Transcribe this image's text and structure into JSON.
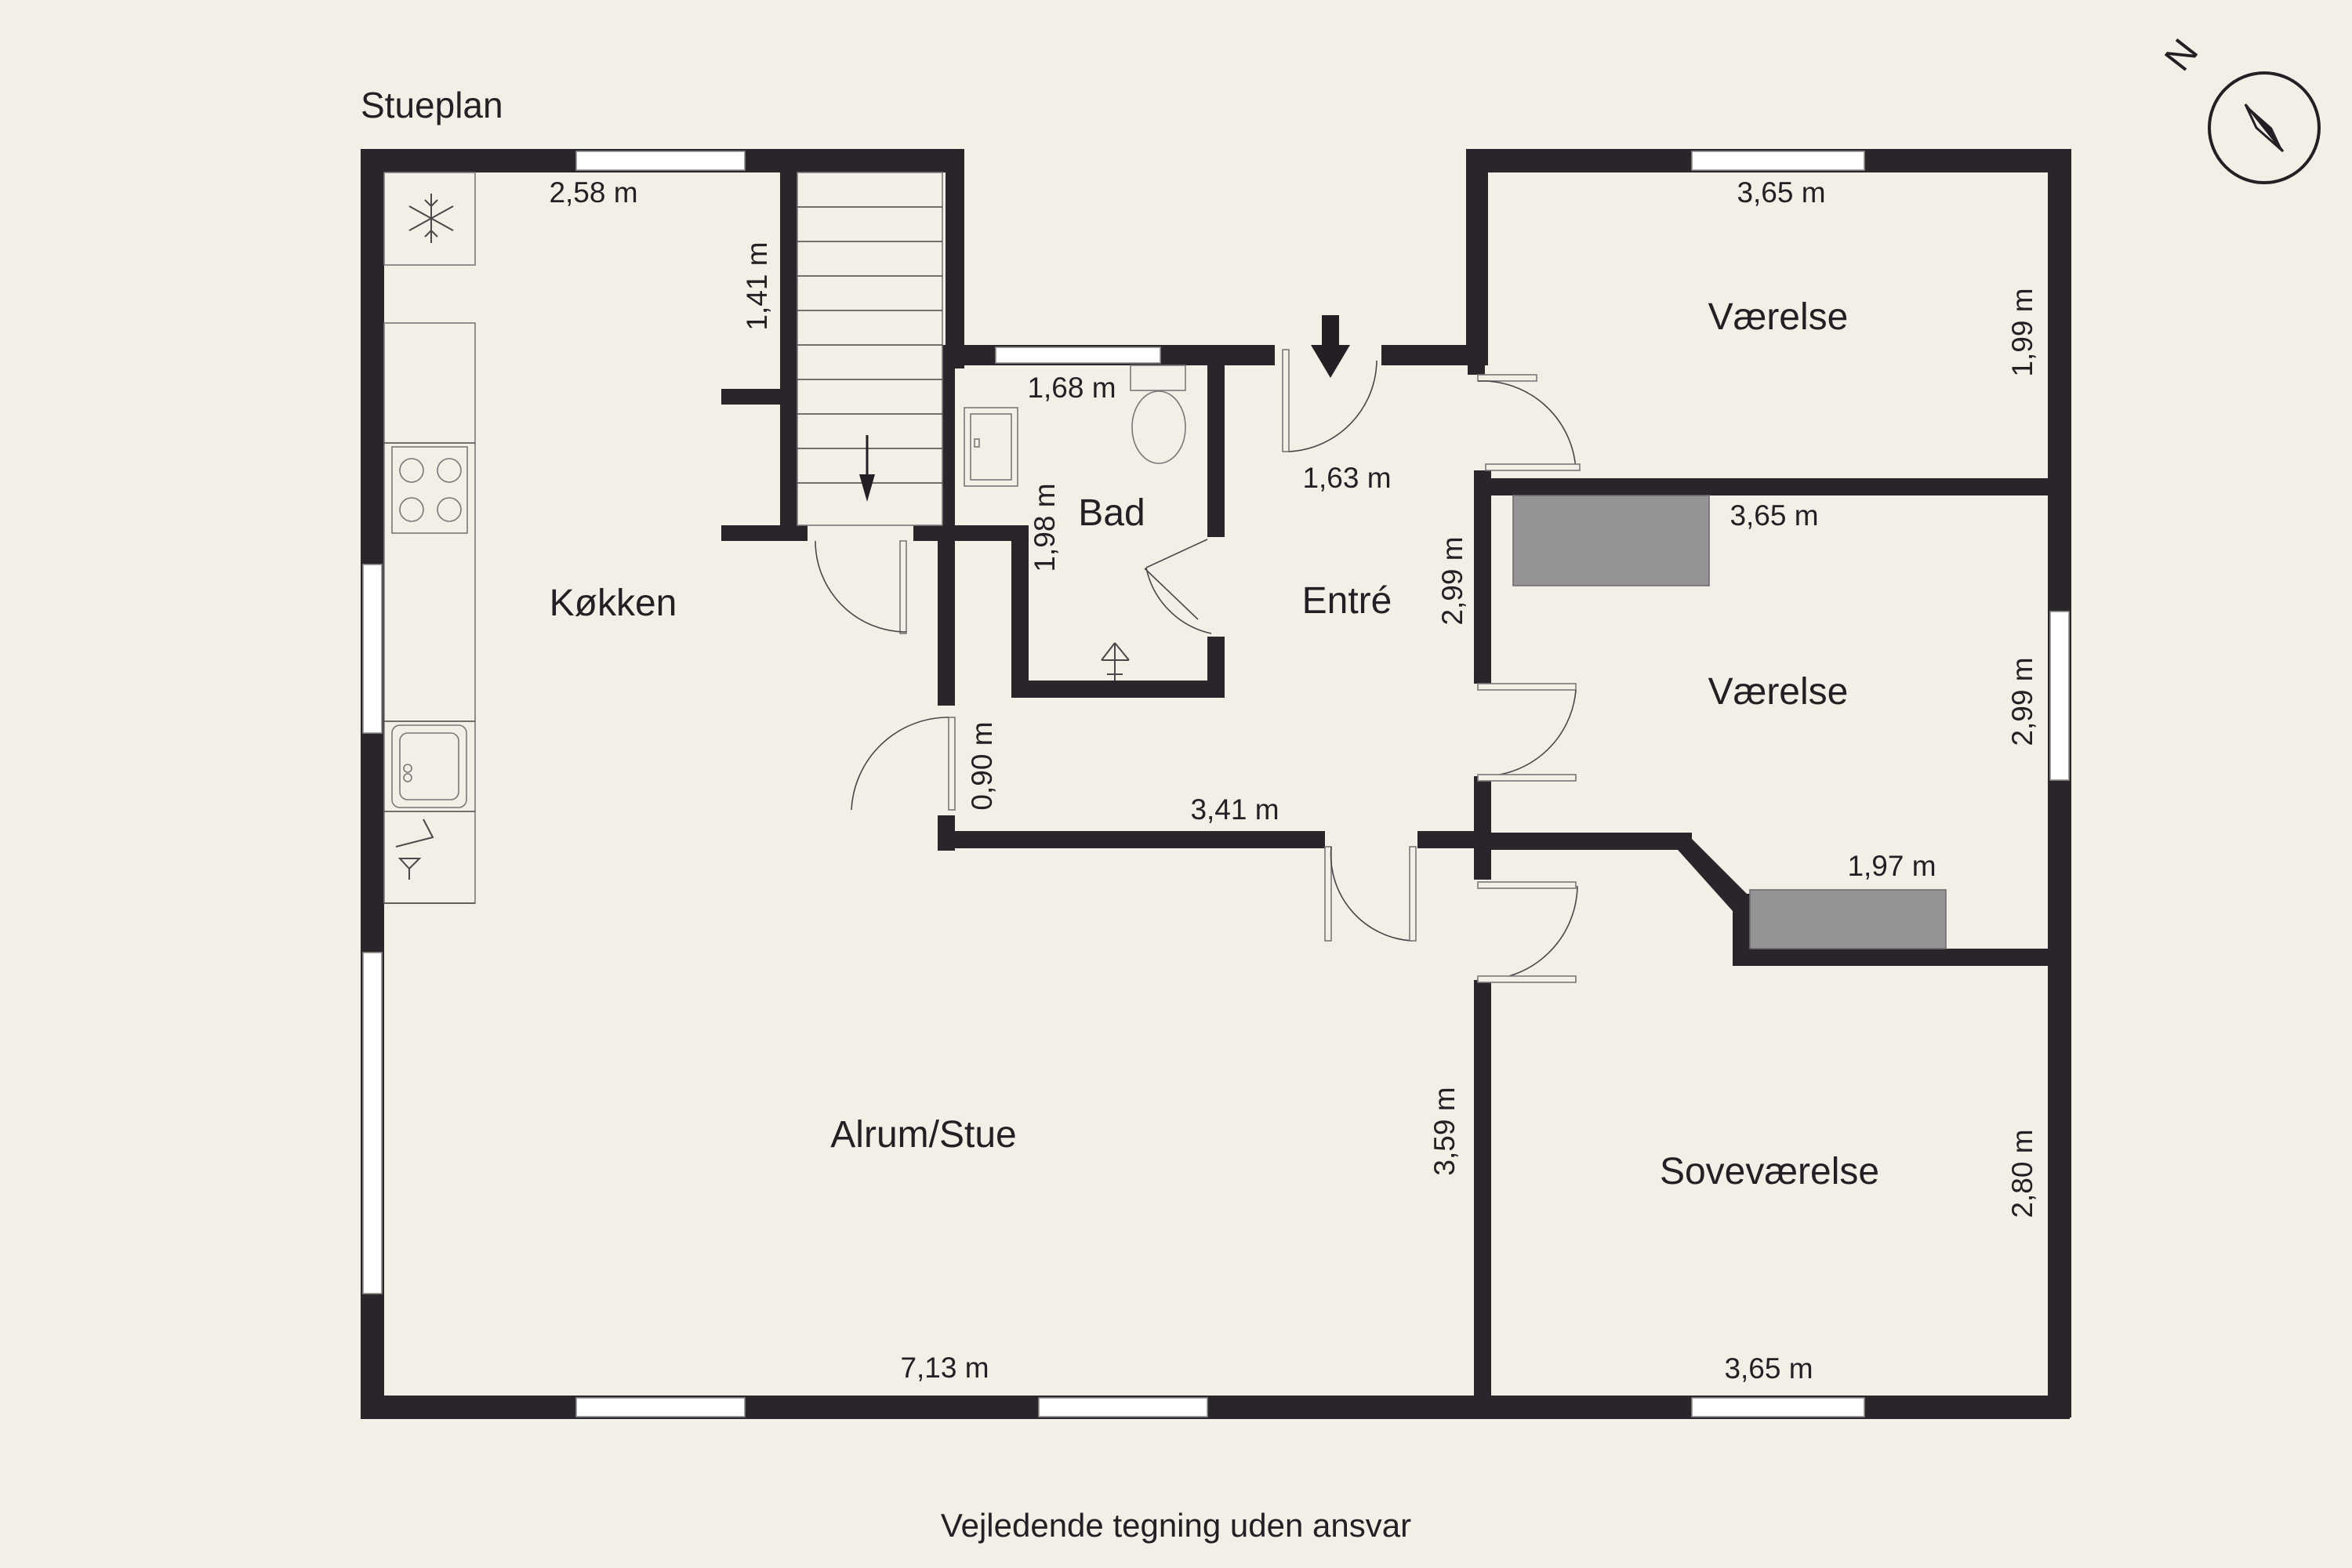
{
  "plan": {
    "title": "Stueplan",
    "disclaimer": "Vejledende tegning uden ansvar",
    "compass_letter": "N",
    "colors": {
      "background": "#f1efe6",
      "wall": "#2a252b",
      "built_in_cabinet": "#959396",
      "window": "#ffffff"
    }
  },
  "rooms": {
    "kitchen": "Køkken",
    "living": "Alrum/Stue",
    "bath": "Bad",
    "entry": "Entré",
    "room1": "Værelse",
    "room2": "Værelse",
    "bedroom": "Soveværelse"
  },
  "dims": {
    "kitchen_width": "2,58 m",
    "stair_length": "1,41 m",
    "bath_width": "1,68 m",
    "bath_depth": "1,98 m",
    "entry_width": "1,63 m",
    "entry_depth": "2,99 m",
    "closet_width": "0,90 m",
    "hall_length": "3,41 m",
    "living_width": "7,13 m",
    "living_depth": "3,59 m",
    "room1_width": "3,65 m",
    "room1_depth": "1,99 m",
    "room2_width": "3,65 m",
    "room2_depth": "2,99 m",
    "closet2_width": "1,97 m",
    "bedroom_width": "3,65 m",
    "bedroom_depth": "2,80 m"
  },
  "icons": [
    "snowflake-icon",
    "stove-icon",
    "sink-icon",
    "toilet-icon",
    "floor-drain-icon",
    "entry-arrow-icon",
    "stair-arrow-icon",
    "compass-icon"
  ]
}
